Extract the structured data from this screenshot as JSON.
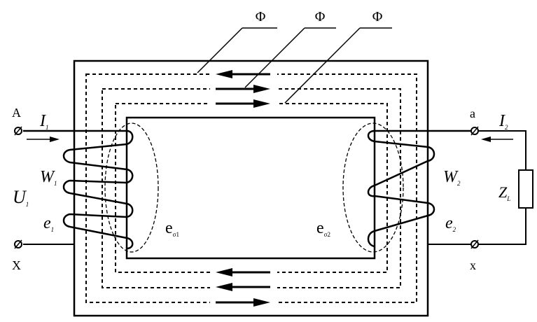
{
  "labels": {
    "flux_1": "Φ",
    "flux_2": "Φ",
    "flux_3": "Φ",
    "terminal_A": "A",
    "terminal_X": "X",
    "terminal_a": "a",
    "terminal_x": "x",
    "current_1": "I",
    "current_1_sub": "1",
    "current_2": "I",
    "current_2_sub": "2",
    "winding_1": "W",
    "winding_1_sub": "1",
    "winding_2": "W",
    "winding_2_sub": "2",
    "voltage_1": "U",
    "voltage_1_sub": "1",
    "emf_1": "e",
    "emf_1_sub": "1",
    "emf_2": "e",
    "emf_2_sub": "2",
    "leak_emf_1": "e",
    "leak_emf_1_sub": "σ1",
    "leak_emf_2": "e",
    "leak_emf_2_sub": "σ2",
    "load": "Z",
    "load_sub": "L"
  }
}
